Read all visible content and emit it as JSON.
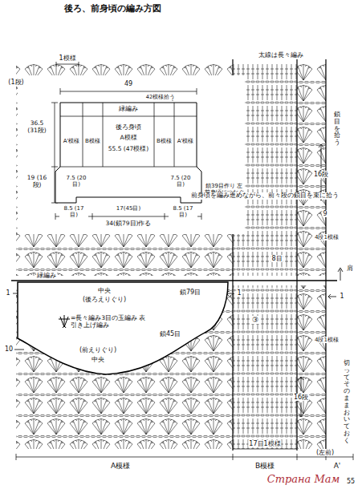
{
  "diagram": {
    "title": "後ろ、前身頃の編み方図",
    "nodes": [
      {
        "text": [
          "A'模様",
          "B模様",
          "後ろ身頃",
          "A模様",
          "55.5 (47模様)",
          "B模様",
          "A'模様"
        ]
      },
      {
        "text": [
          "中央",
          "(後ろえりぐり)",
          "鎖79目",
          "(前えりぐり)",
          "中央",
          "鎖45目"
        ]
      }
    ],
    "labels": [
      "1模様",
      "(1段)",
      "太線は長々編み",
      "49",
      "42模様拾う",
      "緑編み",
      "36.5 (31段)",
      "7.5 (20目)",
      "7.5 (20目)",
      "19 (16段)",
      "鎖39目作り 左前身頃につなぐ",
      "8.5 (17目)",
      "17(45目)",
      "8.5 (17目)",
      "34(鎖79目)作る",
      "鎖目を拾う",
      "16段",
      "前身頃を編み進めながら、前々段の鎖目を束に拾う",
      "9",
      "4段1模様",
      "8目",
      "肩",
      "緑編み",
      "1",
      "1",
      "1",
      "10",
      "③",
      "4段1模様",
      "16段",
      "切ってそのままおいておく",
      "17目1模様",
      "(左前)",
      "A模様",
      "B模様",
      "A'",
      "55",
      "Страна Мам"
    ],
    "legend": [
      {
        "text": "=長々編み3目の玉編み 表引き上げ編み"
      }
    ]
  }
}
